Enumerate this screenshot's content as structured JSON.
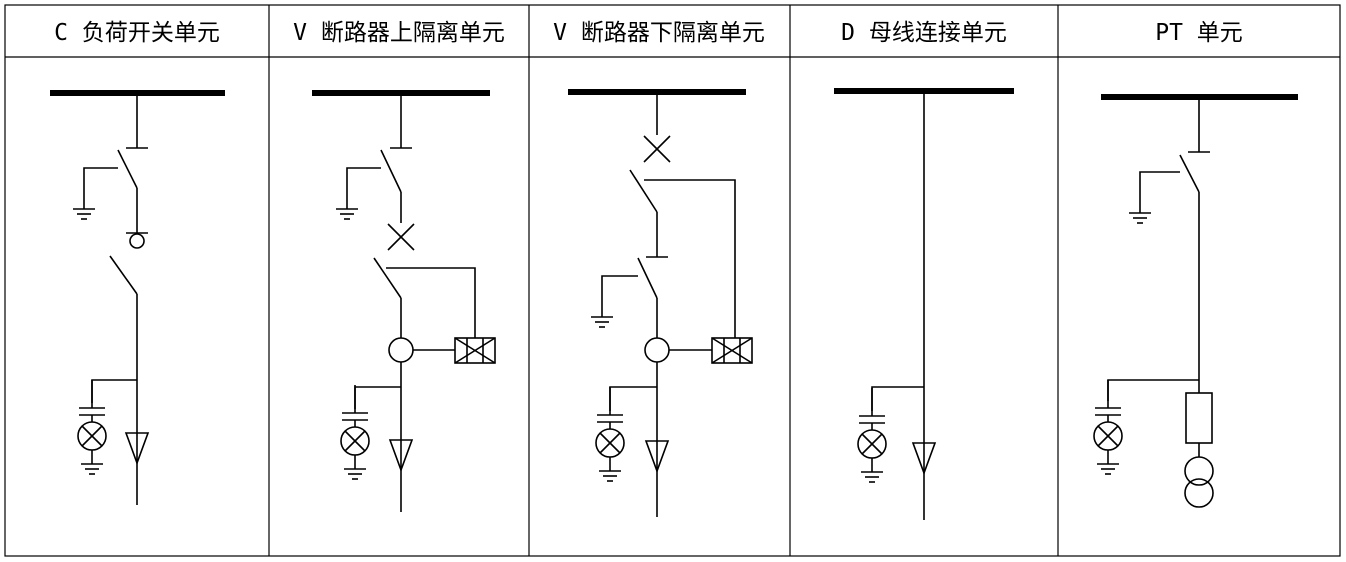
{
  "table": {
    "headers": [
      "C 负荷开关单元",
      "V 断路器上隔离单元",
      "V 断路器下隔离单元",
      "D 母线连接单元",
      "PT 单元"
    ]
  }
}
